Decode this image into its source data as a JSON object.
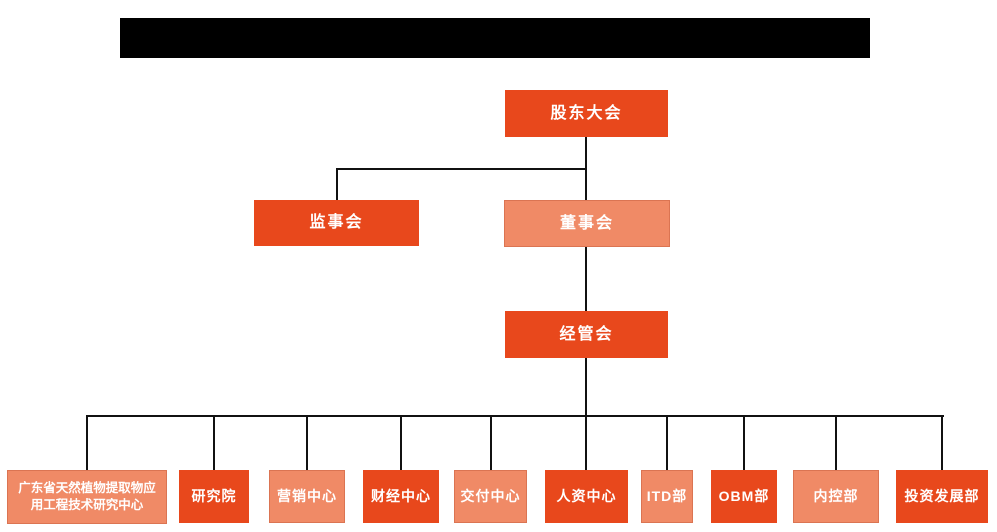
{
  "colors": {
    "dark_orange": "#E8481C",
    "light_orange": "#F08A66",
    "light_border": "#DB7452",
    "connector": "#111111",
    "redacted_bar": "#000000",
    "node_text": "#FFFFFF"
  },
  "org": {
    "root": {
      "label": "股东大会"
    },
    "level2": [
      {
        "label": "监事会"
      },
      {
        "label": "董事会"
      }
    ],
    "level3": {
      "label": "经管会"
    },
    "departments": [
      {
        "label": "广东省天然植物提取物应用工程技术研究中心"
      },
      {
        "label": "研究院"
      },
      {
        "label": "营销中心"
      },
      {
        "label": "财经中心"
      },
      {
        "label": "交付中心"
      },
      {
        "label": "人资中心"
      },
      {
        "label": "ITD部"
      },
      {
        "label": "OBM部"
      },
      {
        "label": "内控部"
      },
      {
        "label": "投资发展部"
      }
    ]
  }
}
